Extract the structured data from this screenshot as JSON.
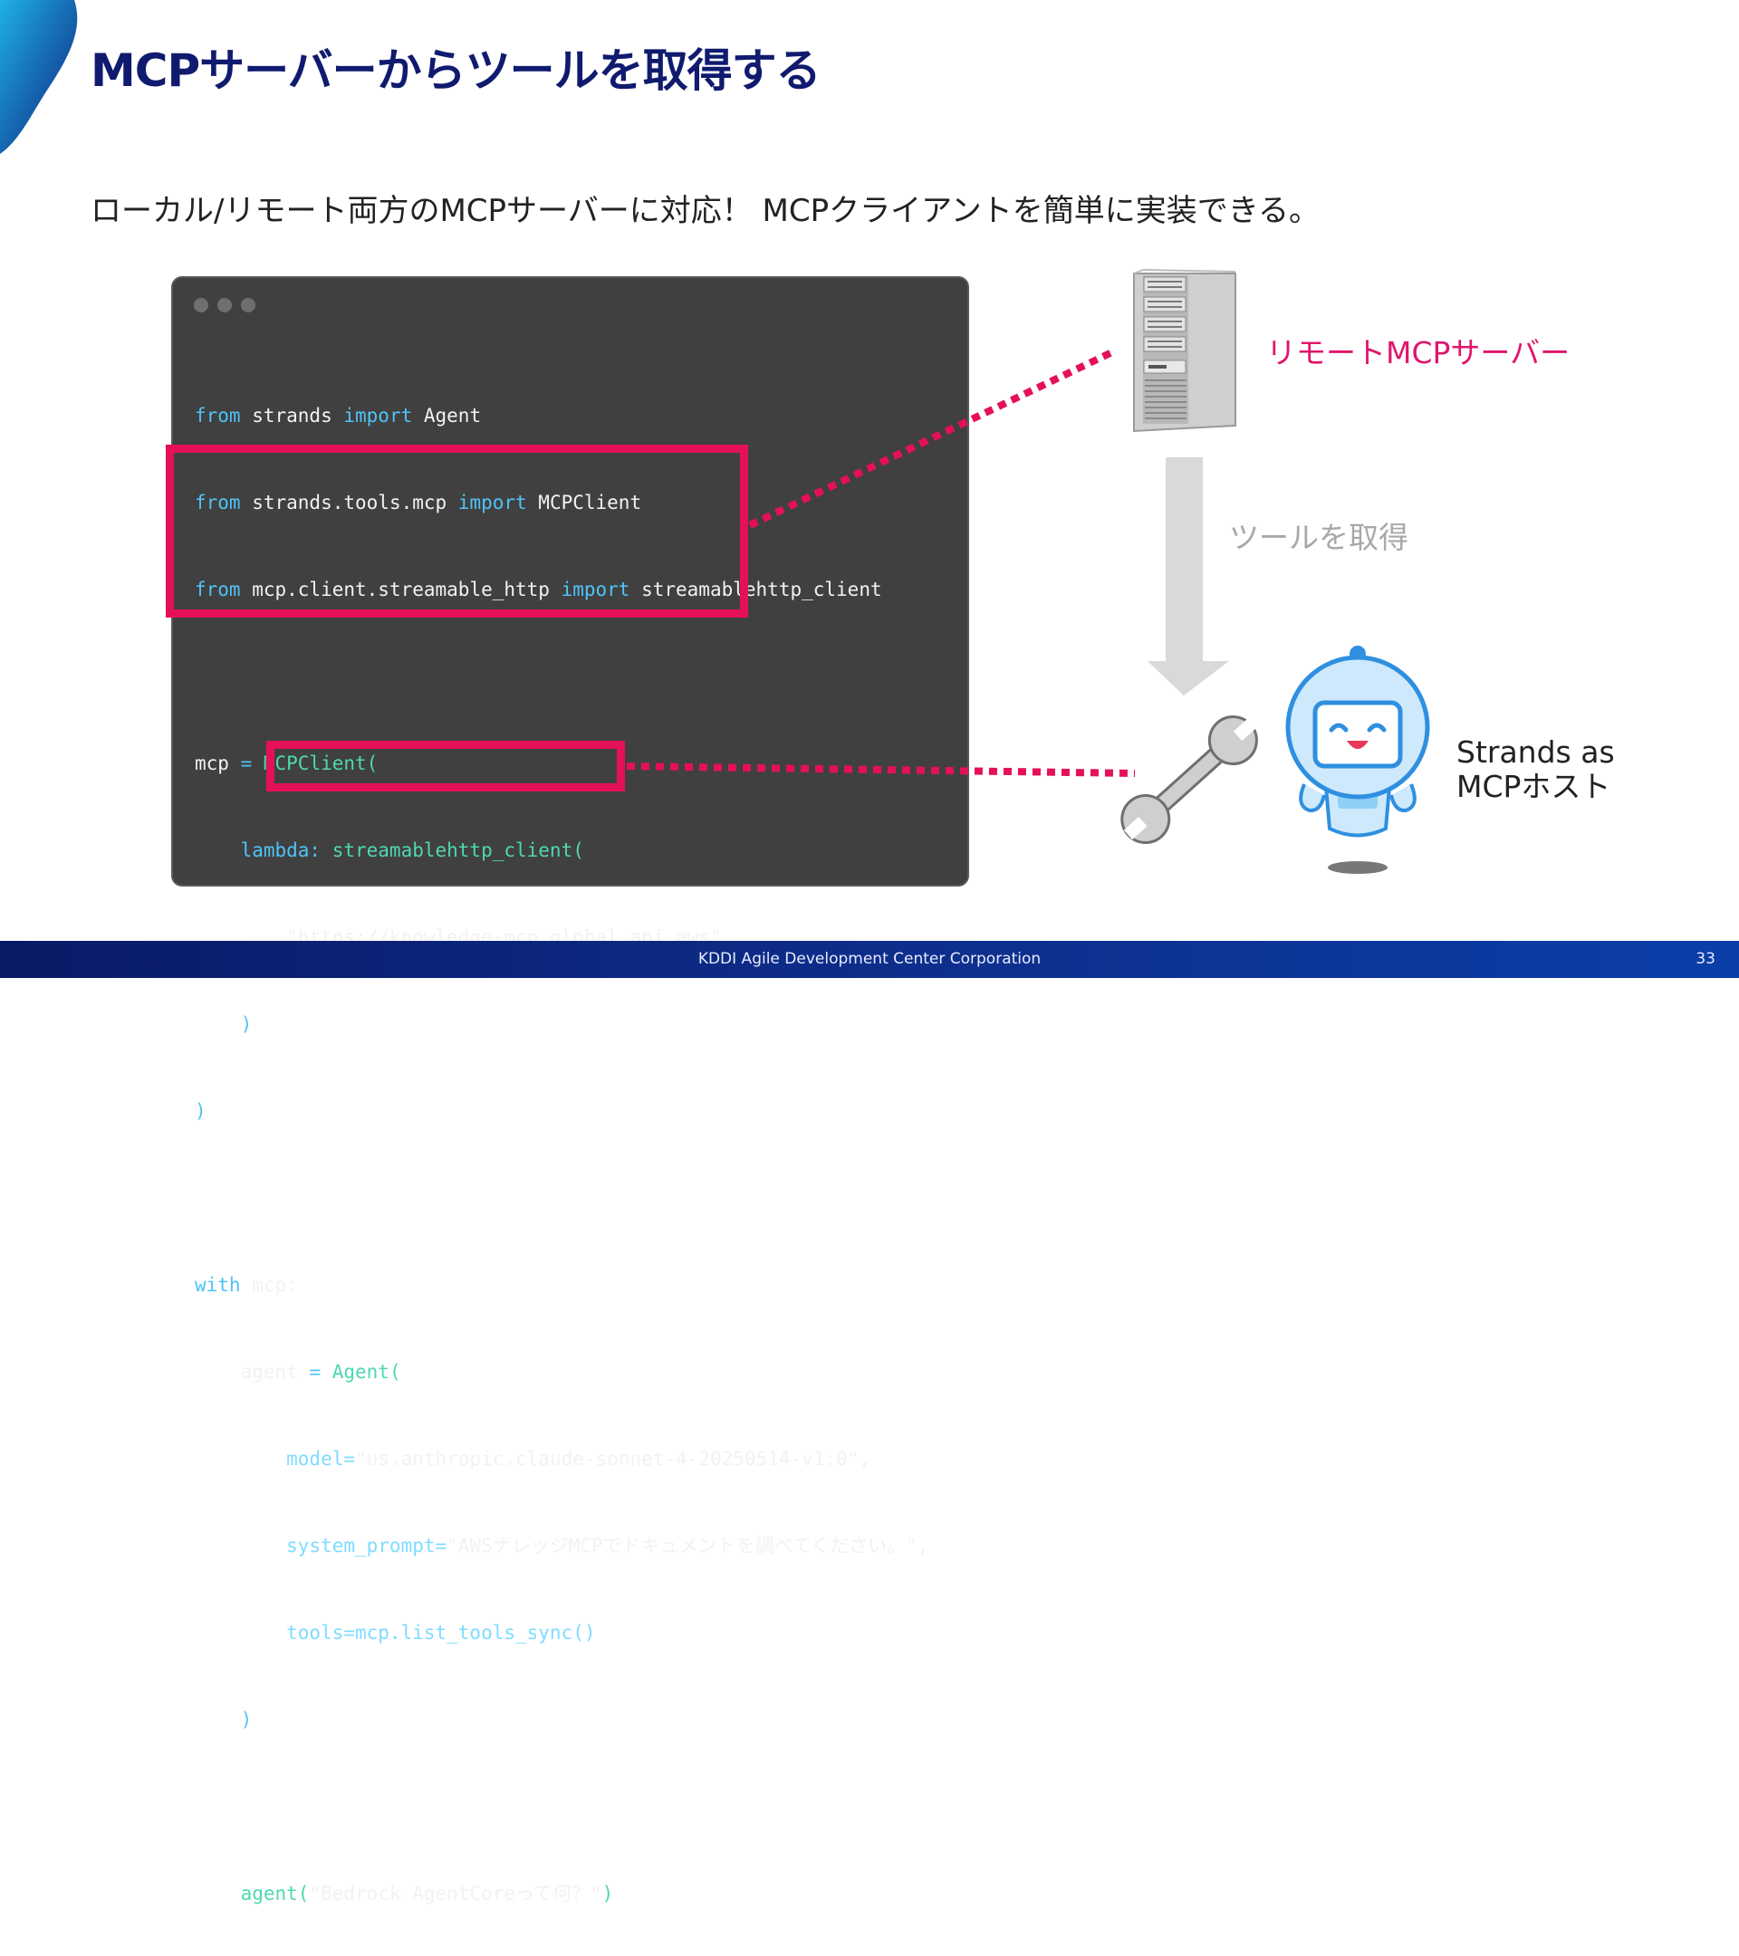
{
  "slide": {
    "title": "MCPサーバーからツールを取得する",
    "subtitle": "ローカル/リモート両方のMCPサーバーに対応！ MCPクライアントを簡単に実装できる。"
  },
  "code": {
    "imports": [
      {
        "kw1": "from",
        "mod": " strands ",
        "kw2": "import",
        "name": " Agent"
      },
      {
        "kw1": "from",
        "mod": " strands.tools.mcp ",
        "kw2": "import",
        "name": " MCPClient"
      },
      {
        "kw1": "from",
        "mod": " mcp.client.streamable_http ",
        "kw2": "import",
        "name": " streamablehttp_client"
      }
    ],
    "mcp_lines": {
      "l1_var": "mcp ",
      "l1_op": "= ",
      "l1_fn": "MCPClient(",
      "l2_kw": "    lambda: ",
      "l2_fn": "streamablehttp_client(",
      "l3_str": "        \"https://knowledge-mcp.global.api.aws\"",
      "l4": "    )",
      "l5": ")"
    },
    "with_lines": {
      "w1_kw": "with",
      "w1_rest": " mcp:",
      "w2_var": "    agent ",
      "w2_op": "= ",
      "w2_fn": "Agent(",
      "w3_arg": "        model=",
      "w3_str": "\"us.anthropic.claude-sonnet-4-20250514-v1:0\",",
      "w4_arg": "        system_prompt=",
      "w4_str": "\"AWSナレッジMCPでドキュメントを調べてください。\",",
      "w5_arg": "        tools=mcp.list_tools_sync()",
      "w6": "    )",
      "w7_fn": "    agent(",
      "w7_str": "\"Bedrock AgentCoreって何？\"",
      "w7_end": ")"
    }
  },
  "diagram": {
    "remote_label": "リモートMCPサーバー",
    "tools_label": "ツールを取得",
    "host_label_line1": "Strands as",
    "host_label_line2": "MCPホスト",
    "highlight_color": "#e5105a"
  },
  "footer": {
    "company": "KDDI Agile Development Center Corporation",
    "page": "33"
  }
}
